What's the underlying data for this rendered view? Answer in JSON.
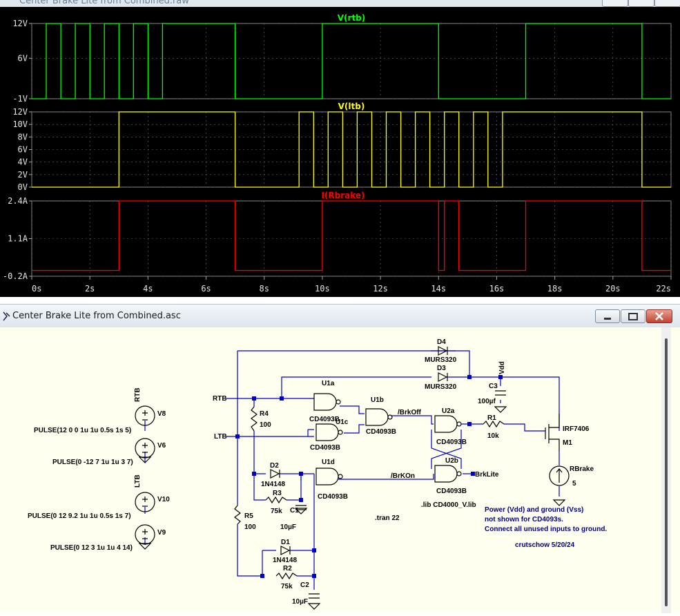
{
  "top_window": {
    "title": "Center Brake Lite from Combined.raw"
  },
  "colors": {
    "rtb": "#00ff00",
    "ltb": "#ffff00",
    "rbrake": "#ff0000",
    "schematic_ink": "#000080",
    "wire": "#0000cc"
  },
  "chart_data": {
    "type": "line",
    "x_axis": {
      "range": [
        0,
        22
      ],
      "tick_labels": [
        "0s",
        "2s",
        "4s",
        "6s",
        "8s",
        "10s",
        "12s",
        "14s",
        "16s",
        "18s",
        "20s",
        "22s"
      ]
    },
    "panes": [
      {
        "title": "V(rtb)",
        "range": [
          -1,
          12
        ],
        "tick_values": [
          12,
          6,
          -1
        ],
        "tick_labels": [
          "12V",
          "6V",
          "-1V"
        ],
        "x": [
          0,
          0.5,
          0.5,
          1,
          1,
          1.5,
          1.5,
          2,
          2,
          2.5,
          2.5,
          3,
          3,
          3.5,
          3.5,
          4,
          4,
          4.5,
          4.5,
          7,
          7,
          10,
          10,
          14,
          14,
          17,
          17,
          21,
          21,
          22
        ],
        "y": [
          -1,
          -1,
          12,
          12,
          -1,
          -1,
          12,
          12,
          -1,
          -1,
          12,
          12,
          -1,
          -1,
          12,
          12,
          -1,
          -1,
          12,
          12,
          -1,
          -1,
          12,
          12,
          -1,
          -1,
          12,
          12,
          -1,
          -1
        ]
      },
      {
        "title": "V(ltb)",
        "range": [
          0,
          12
        ],
        "tick_values": [
          12,
          10,
          8,
          6,
          4,
          2,
          0
        ],
        "tick_labels": [
          "12V",
          "10V",
          "8V",
          "6V",
          "4V",
          "2V",
          "0V"
        ],
        "x": [
          0,
          3,
          3,
          7,
          7,
          9.2,
          9.2,
          9.7,
          9.7,
          10.2,
          10.2,
          10.7,
          10.7,
          11.2,
          11.2,
          11.7,
          11.7,
          12.2,
          12.2,
          12.7,
          12.7,
          13.2,
          13.2,
          13.7,
          13.7,
          14.2,
          14.2,
          14.7,
          14.7,
          15.2,
          15.2,
          15.7,
          15.7,
          16.2,
          16.2,
          21,
          21,
          22
        ],
        "y": [
          0,
          0,
          12,
          12,
          0,
          0,
          12,
          12,
          0,
          0,
          12,
          12,
          0,
          0,
          12,
          12,
          0,
          0,
          12,
          12,
          0,
          0,
          12,
          12,
          0,
          0,
          12,
          12,
          0,
          0,
          12,
          12,
          0,
          0,
          12,
          12,
          0,
          0
        ]
      },
      {
        "title": "I(Rbrake)",
        "range": [
          -0.2,
          2.4
        ],
        "tick_values": [
          2.4,
          1.1,
          -0.2
        ],
        "tick_labels": [
          "2.4A",
          "1.1A",
          "-0.2A"
        ],
        "x": [
          0,
          3,
          3,
          7,
          7,
          10,
          10,
          14,
          14,
          14.2,
          14.2,
          14.7,
          14.7,
          17,
          17,
          21,
          21,
          22
        ],
        "y": [
          0,
          0,
          2.4,
          2.4,
          0,
          0,
          2.4,
          2.4,
          0,
          0,
          2.4,
          2.4,
          0,
          0,
          2.4,
          2.4,
          0,
          0
        ]
      }
    ]
  },
  "schematic_window": {
    "title": "Center Brake Lite from Combined.asc",
    "labels": {
      "rtb_flag": "RTB",
      "ltb_flag": "LTB",
      "rtb_net": "RTB",
      "ltb_net": "LTB",
      "v8": "V8",
      "v6": "V6",
      "v10": "V10",
      "v9": "V9",
      "pulse_v8": "PULSE(12 0 0 1u 1u 0.5s 1s 5)",
      "pulse_v6": "PULSE(0 -12 7 1u 1u 3 7)",
      "pulse_v10": "PULSE(0 12 9.2 1u 1u 0.5s 1s 7)",
      "pulse_v9": "PULSE(0 12 3 1u 1u 4 14)",
      "d4": "D4",
      "d4_part": "MURS320",
      "d3": "D3",
      "d3_part": "MURS320",
      "vdd": "Vdd",
      "c3": "C3",
      "c3_value": "100µf",
      "u1a": "U1a",
      "u1a_part": "CD4093B",
      "u1b": "U1b",
      "u1b_part": "CD4093B",
      "u1c": "U1c",
      "u1c_part": "CD4093B",
      "u1d": "U1d",
      "u1d_part": "CD4093B",
      "u2a": "U2a",
      "u2a_part": "CD4093B",
      "u2b": "U2b",
      "u2b_part": "CD4093B",
      "brkoff": "/BrkOff",
      "brkon": "/BrKOn",
      "brklite": "BrkLite",
      "r1": "R1",
      "r1_value": "10k",
      "r4": "R4",
      "r4_value": "100",
      "r5": "R5",
      "r5_value": "100",
      "r3": "R3",
      "r3_value": "75k",
      "r2": "R2",
      "r2_value": "75k",
      "d2": "D2",
      "d2_part": "1N4148",
      "d1": "D1",
      "d1_part": "1N4148",
      "c1": "C1",
      "c1_value": "10µF",
      "c2": "C2",
      "c2_value": "10µF",
      "m1_part": "IRF7406",
      "m1": "M1",
      "rbrake": "RBrake",
      "rbrake_value": "5",
      "lib": ".lib CD4000_V.lib",
      "tran": ".tran 22",
      "note1": "Power (Vdd) and ground (Vss)",
      "note2": "not shown for CD4093s.",
      "note3": "Connect all unused inputs to ground.",
      "author": "crutschow 5/20/24"
    }
  }
}
